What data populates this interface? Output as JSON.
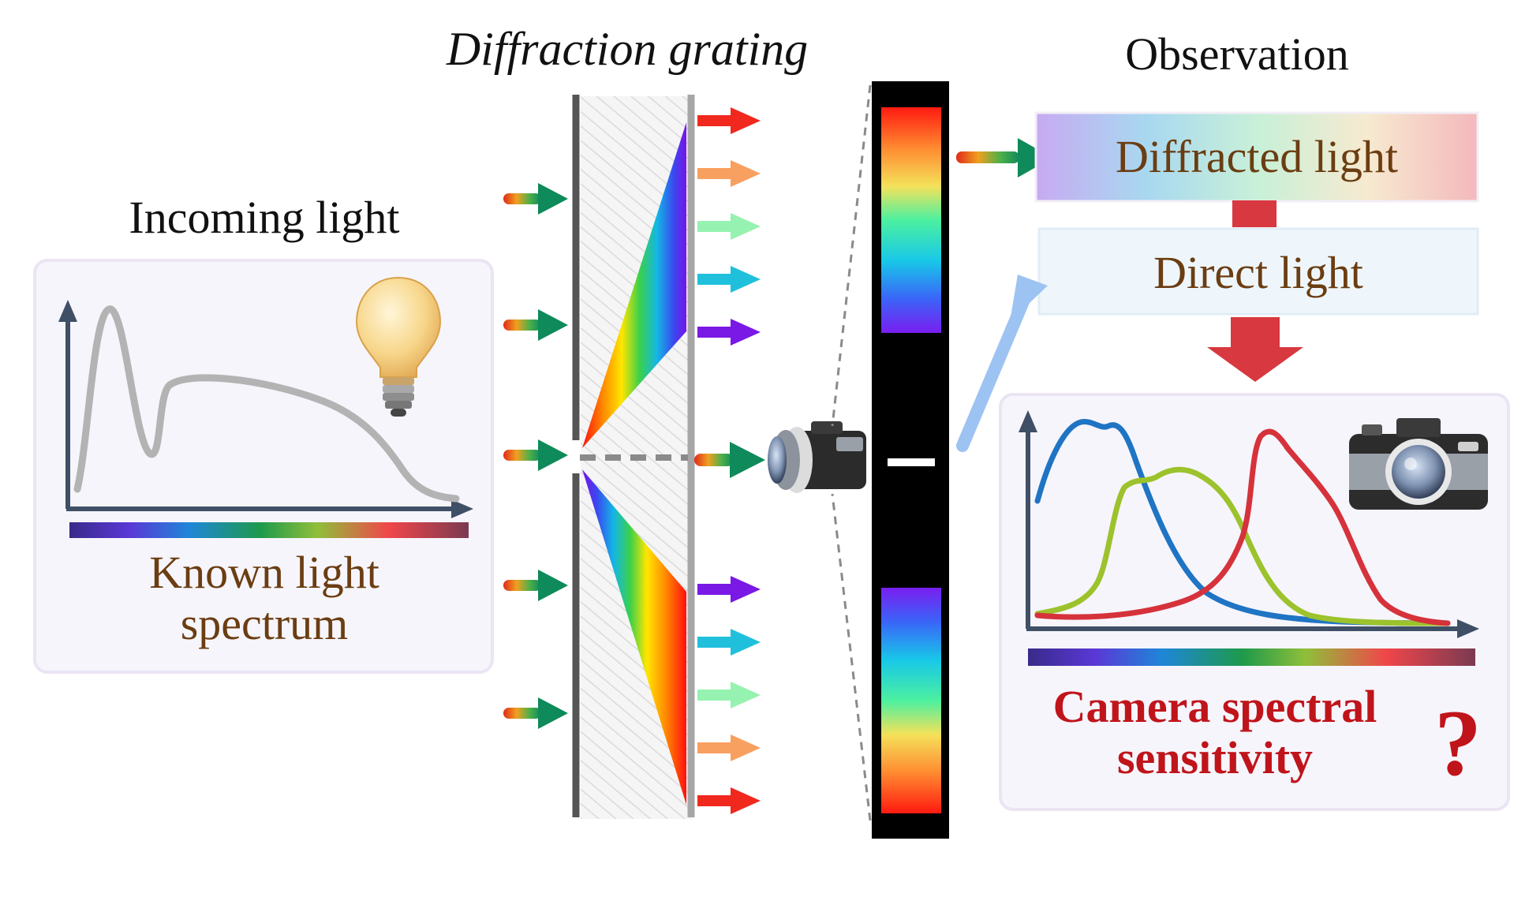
{
  "labels": {
    "grating_title": "Diffraction grating",
    "observation_title": "Observation",
    "incoming_title": "Incoming light",
    "known_line1": "Known light",
    "known_line2": "spectrum",
    "diffracted_box": "Diffracted light",
    "direct_box": "Direct light",
    "camera_line1": "Camera spectral",
    "camera_line2": "sensitivity",
    "question_mark": "?"
  },
  "colors": {
    "text_black": "#111111",
    "text_brown": "#6b3d12",
    "text_red": "#c0141b",
    "axis": "#3f4f66",
    "spd_curve": "#b3b3b3",
    "blue_curve": "#1f74c4",
    "green_curve": "#9cc22c",
    "red_curve": "#d6323b",
    "down_arrow": "#d8383f",
    "direct_arrow": "#9cc3f2",
    "panel_bg": "#f6f5fb",
    "panel_border": "#ebe4f3"
  },
  "icons": [
    "light-bulb-icon",
    "camera-icon",
    "question-mark-icon"
  ]
}
